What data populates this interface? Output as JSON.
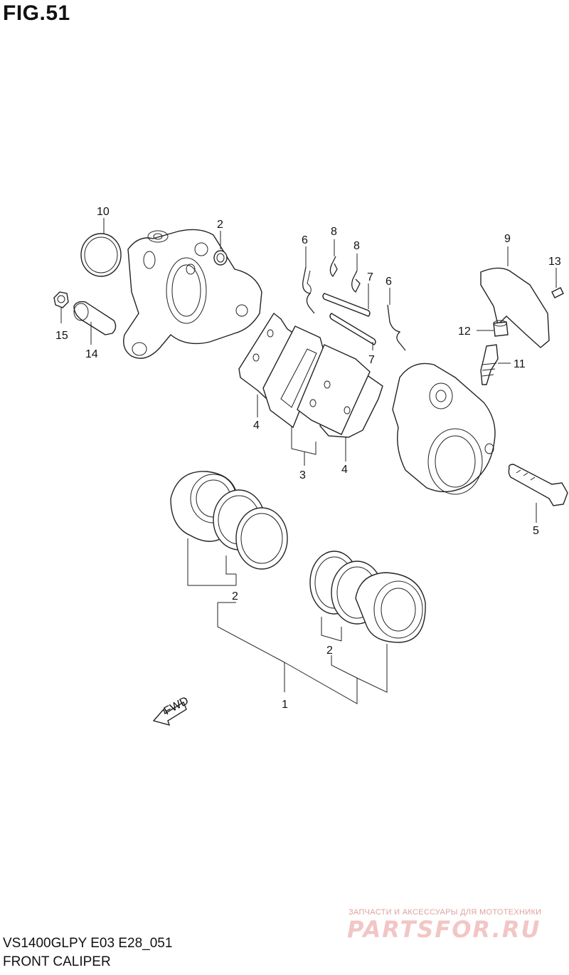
{
  "figure": {
    "title": "FIG.51"
  },
  "callouts": {
    "c1": "1",
    "c2a": "2",
    "c2b": "2",
    "c2c": "2",
    "c3": "3",
    "c4a": "4",
    "c4b": "4",
    "c5": "5",
    "c6a": "6",
    "c6b": "6",
    "c7a": "7",
    "c7b": "7",
    "c8a": "8",
    "c8b": "8",
    "c9": "9",
    "c10": "10",
    "c11": "11",
    "c12": "12",
    "c13": "13",
    "c14": "14",
    "c15": "15"
  },
  "fwd_label": "FWD",
  "footer": {
    "model_code": "VS1400GLPY E03 E28_051",
    "assembly_name": "FRONT CALIPER"
  },
  "watermark": {
    "tagline": "ЗАПЧАСТИ И АКСЕССУАРЫ ДЛЯ МОТОТЕХНИКИ",
    "logo": "PARTSFOR.RU"
  }
}
